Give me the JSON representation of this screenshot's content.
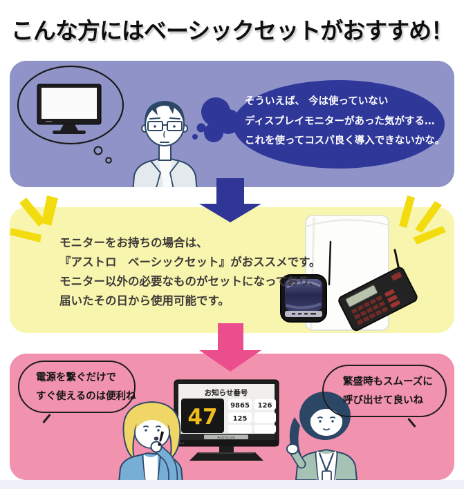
{
  "title": "こんな方にはベーシックセットがおすすめ！",
  "colors": {
    "purple_bg": "#8f93c8",
    "indigo": "#2f3799",
    "yellow_bg": "#f8f6ae",
    "sparkle_yellow": "#f2dc10",
    "body_text": "#3e3a39",
    "pink_bg": "#f192af",
    "pink_arrow": "#eb4e8d",
    "number_yellow": "#f0bd1b"
  },
  "thinking_section": {
    "bubble_line1": "そういえば、 今は使っていない",
    "bubble_line2": "ディスプレイモニターがあった気がする…",
    "bubble_line3": "これを使ってコスパ良く導入できないかな。"
  },
  "recommend_section": {
    "line1": "モニターをお持ちの場合は、",
    "line2": "『アストロ　ベーシックセット』がおススメです。",
    "line3": "モニター以外の必要なものがセットになっており、",
    "line4": "届いたその日から使用可能です。"
  },
  "result_section": {
    "left_bubble_line1": "電源を繋ぐだけで",
    "left_bubble_line2": "すぐ使えるのは便利ね",
    "right_bubble_line1": "繁盛時もスムーズに",
    "right_bubble_line2": "呼び出せて良いね",
    "exclamation": "！",
    "display": {
      "header": "お知らせ番号",
      "current_number": "47",
      "cell1": "9865",
      "cell2": "126",
      "cell3": "125",
      "brand": "AstroLive"
    }
  }
}
